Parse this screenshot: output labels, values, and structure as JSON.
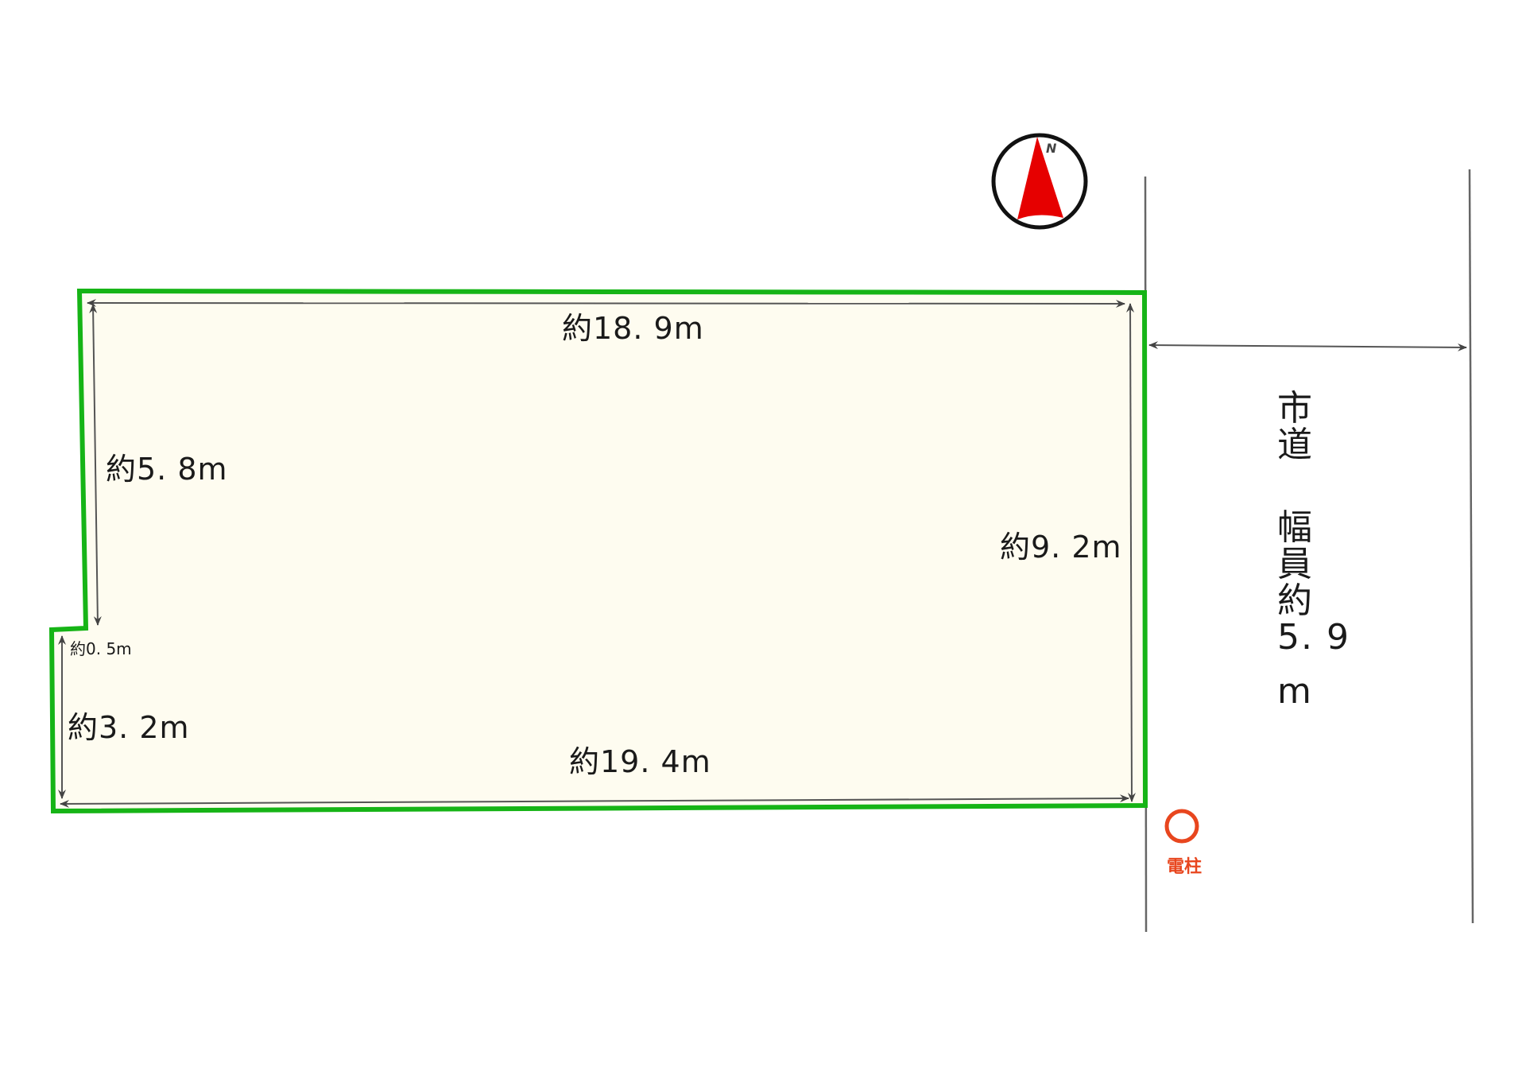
{
  "diagram": {
    "type": "land-lot-survey-plan",
    "colors": {
      "lot_border": "#16b416",
      "lot_fill": "#fefcf0",
      "dimension_line": "#555555",
      "road_line": "#666666",
      "compass_arrow": "#e60000",
      "compass_ring": "#111111",
      "utility_pole": "#e8461e"
    },
    "compass": {
      "label": "N",
      "icon": "north-arrow-icon"
    },
    "dimensions": {
      "top": "約18. 9m",
      "left_upper": "約5. 8m",
      "right": "約9. 2m",
      "step": "約0. 5m",
      "left_lower": "約3. 2m",
      "bottom": "約19. 4m"
    },
    "road": {
      "name_chars": [
        "市",
        "道"
      ],
      "width_chars": [
        "幅",
        "員",
        "約",
        "5. 9",
        "m"
      ],
      "full_text": "市道 幅員約5.9m"
    },
    "utility_pole": {
      "label": "電柱",
      "icon": "utility-pole-icon"
    }
  }
}
